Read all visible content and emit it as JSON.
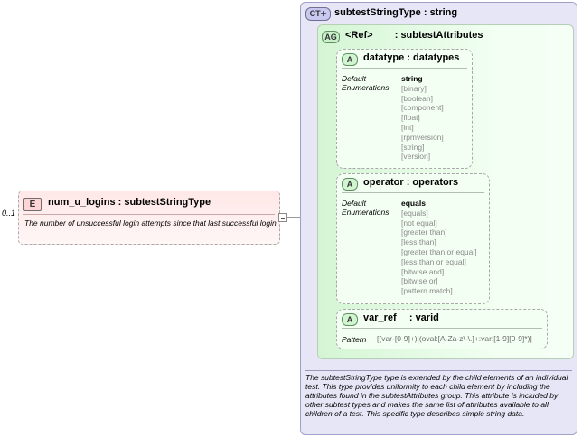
{
  "element": {
    "badge": "E",
    "name": "num_u_logins",
    "type": "subtestStringType",
    "occurs": "0..1",
    "description": "The number of unsuccessful login attempts since that last successful login"
  },
  "complex_type": {
    "badge": "CT",
    "name": "subtestStringType",
    "base_type": "string",
    "description": "The subtestStringType type is extended by the child elements of an individual test.  This type provides uniformity to each child element by including the attributes found in the subtestAttributes group.  This attribute is included by other subtest types and makes the same list of attributes available to all children of a test.  This specific type describes simple string data."
  },
  "attribute_group": {
    "badge": "AG",
    "ref_label": "<Ref>",
    "name": "subtestAttributes"
  },
  "attributes": {
    "datatype": {
      "badge": "A",
      "name": "datatype",
      "type": "datatypes",
      "default_label": "Default",
      "enumerations_label": "Enumerations",
      "default_value": "string",
      "enumerations": [
        "[binary]",
        "[boolean]",
        "[component]",
        "[float]",
        "[int]",
        "[rpmversion]",
        "[string]",
        "[version]"
      ]
    },
    "operator": {
      "badge": "A",
      "name": "operator",
      "type": "operators",
      "default_label": "Default",
      "enumerations_label": "Enumerations",
      "default_value": "equals",
      "enumerations": [
        "[equals]",
        "[not equal]",
        "[greater than]",
        "[less than]",
        "[greater than or equal]",
        "[less than or equal]",
        "[bitwise and]",
        "[bitwise or]",
        "[pattern match]"
      ]
    },
    "var_ref": {
      "badge": "A",
      "name": "var_ref",
      "type": "varid",
      "pattern_label": "Pattern",
      "pattern_value": "[(var-[0-9]+)|(oval:[A-Za-z\\-\\.]+:var:[1-9][0-9]*)]"
    }
  },
  "colors": {
    "element_fill": "#ffe7e7",
    "complex_type_fill": "#e6e6f6",
    "attribute_group_fill": "#d4f5d4",
    "attribute_fill": "#f3fff3"
  }
}
